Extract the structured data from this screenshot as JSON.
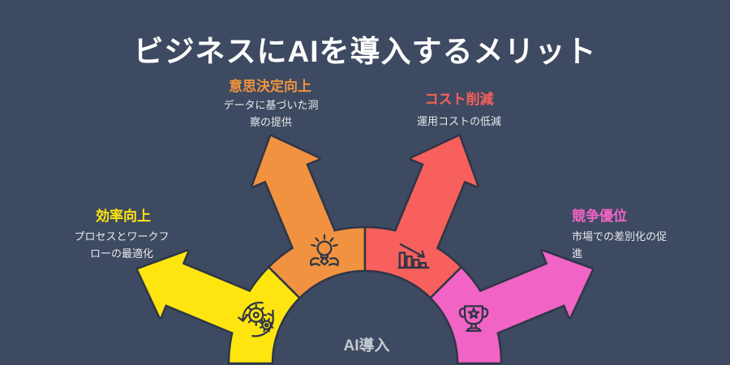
{
  "title": "ビジネスにAIを導入するメリット",
  "center_label": "AI導入",
  "colors": {
    "background": "#3E4A61",
    "outline": "#2E3645",
    "title_text": "#FFFFFF",
    "description_text": "#E8E9ED",
    "center_label_text": "#C6CAD4"
  },
  "benefits": [
    {
      "key": "efficiency",
      "label": "効率向上",
      "description": "プロセスとワークフローの最適化",
      "color": "#FFE510",
      "icon": "process-gears-icon"
    },
    {
      "key": "decision",
      "label": "意思決定向上",
      "description": "データに基づいた洞察の提供",
      "color": "#F0923F",
      "icon": "idea-lightbulb-icon"
    },
    {
      "key": "cost",
      "label": "コスト削減",
      "description": "運用コストの低減",
      "color": "#F7605C",
      "icon": "declining-bar-chart-icon"
    },
    {
      "key": "competitive",
      "label": "競争優位",
      "description": "市場での差別化の促進",
      "color": "#F163C5",
      "icon": "trophy-icon"
    }
  ]
}
